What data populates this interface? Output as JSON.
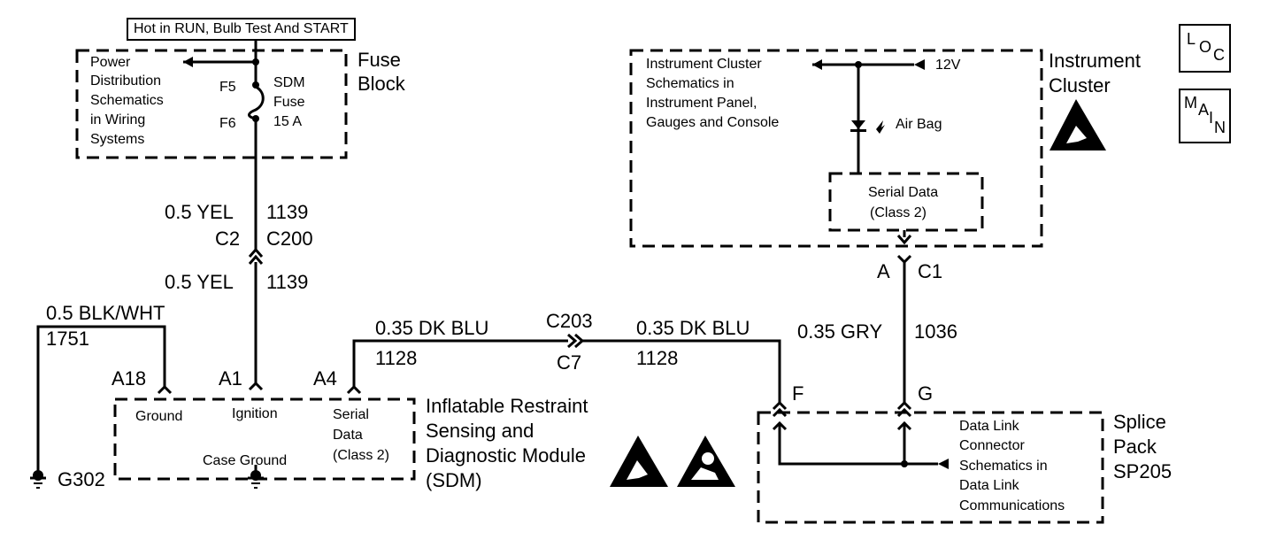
{
  "top_label": "Hot in RUN, Bulb Test And START",
  "fuse_block": {
    "title_line1": "Fuse",
    "title_line2": "Block",
    "note_lines": [
      "Power",
      "Distribution",
      "Schematics",
      "in Wiring",
      "Systems"
    ],
    "f5": "F5",
    "f6": "F6",
    "fuse_name_lines": [
      "SDM",
      "Fuse",
      "15 A"
    ]
  },
  "wire_ignition": {
    "upper_size": "0.5 YEL",
    "upper_circuit": "1139",
    "conn_left": "C2",
    "conn_right": "C200",
    "lower_size": "0.5 YEL",
    "lower_circuit": "1139"
  },
  "wire_ground": {
    "size": "0.5 BLK/WHT",
    "circuit": "1751",
    "ground_id": "G302"
  },
  "sdm": {
    "title_lines": [
      "Inflatable Restraint",
      "Sensing and",
      "Diagnostic Module",
      "(SDM)"
    ],
    "pin_a18": "A18",
    "pin_a1": "A1",
    "pin_a4": "A4",
    "label_ground": "Ground",
    "label_ignition": "Ignition",
    "label_serial_lines": [
      "Serial",
      "Data",
      "(Class 2)"
    ],
    "label_case_ground": "Case Ground"
  },
  "wire_serial": {
    "left_size": "0.35 DK BLU",
    "left_circuit": "1128",
    "conn_top": "C203",
    "conn_bottom": "C7",
    "right_size": "0.35 DK BLU",
    "right_circuit": "1128"
  },
  "instrument_cluster": {
    "title_line1": "Instrument",
    "title_line2": "Cluster",
    "note_lines": [
      "Instrument Cluster",
      "Schematics in",
      "Instrument Panel,",
      "Gauges and Console"
    ],
    "supply": "12V",
    "airbag_label": "Air Bag",
    "serial_lines": [
      "Serial Data",
      "(Class 2)"
    ],
    "pin_a": "A",
    "conn_c1": "C1"
  },
  "wire_gry": {
    "size": "0.35 GRY",
    "circuit": "1036"
  },
  "splice_pack": {
    "title_lines": [
      "Splice",
      "Pack",
      "SP205"
    ],
    "pin_f": "F",
    "pin_g": "G",
    "note_lines": [
      "Data Link",
      "Connector",
      "Schematics in",
      "Data Link",
      "Communications"
    ]
  },
  "nav": {
    "loc": [
      "L",
      "O",
      "C"
    ],
    "main": [
      "M",
      "A",
      "I",
      "N"
    ]
  }
}
